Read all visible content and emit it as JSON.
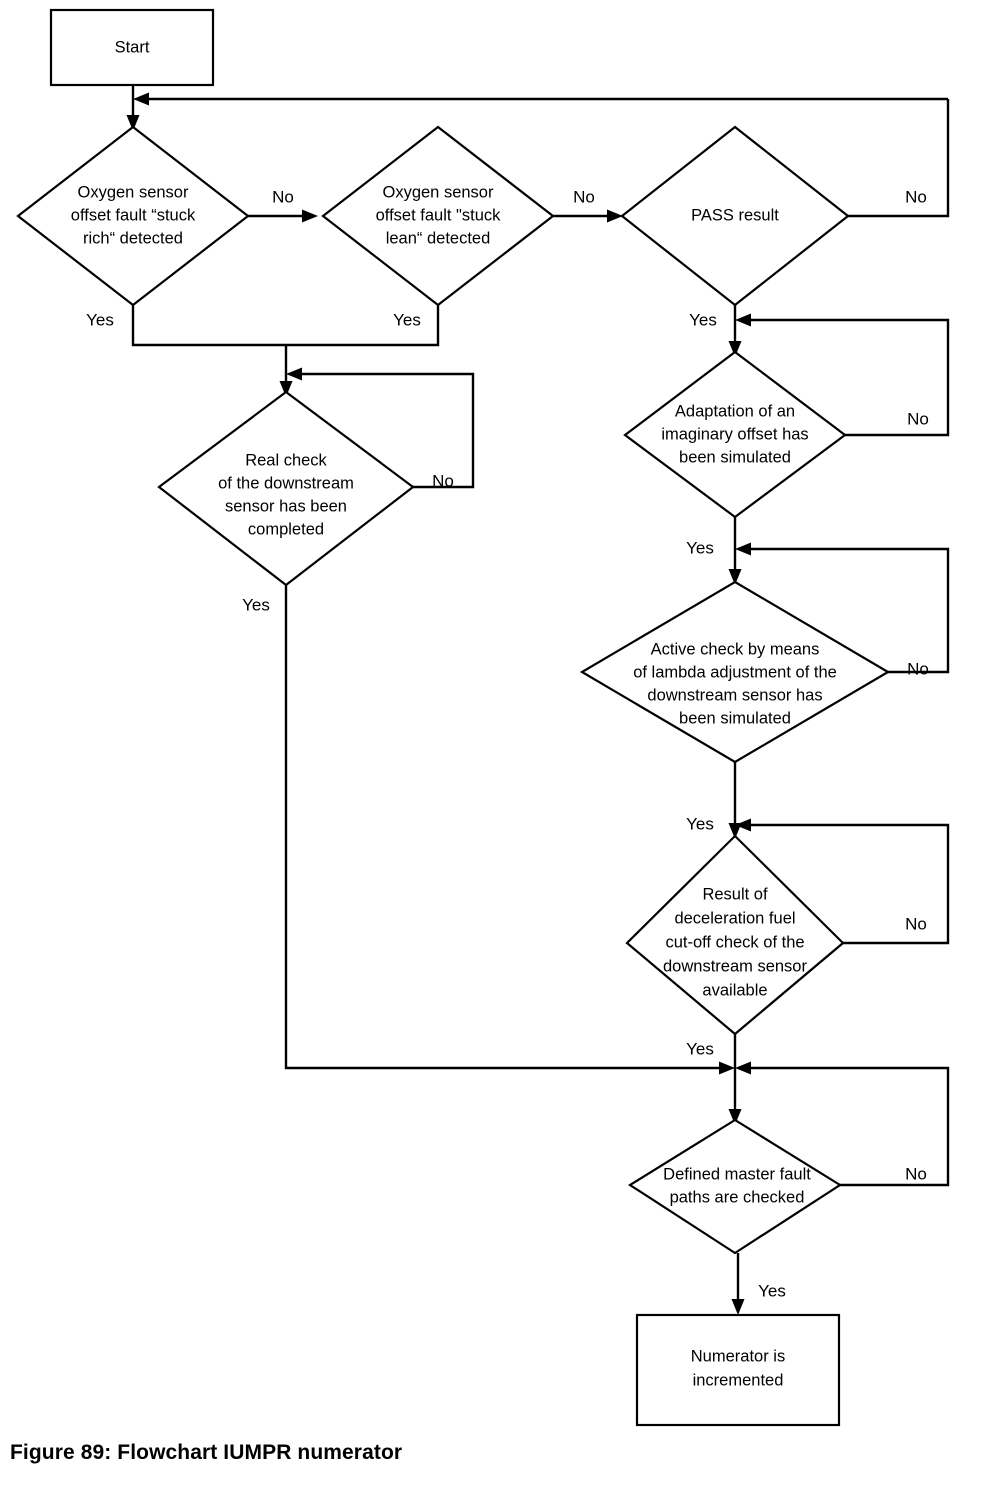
{
  "figure": {
    "caption": "Figure 89: Flowchart IUMPR numerator"
  },
  "chart_data": {
    "type": "diagram",
    "subtype": "flowchart",
    "title": "Flowchart IUMPR numerator",
    "orientation": "top-to-bottom",
    "node_count": 9,
    "edge_label_vocabulary": [
      "Yes",
      "No"
    ]
  },
  "nodes": {
    "start": {
      "shape": "rectangle",
      "label": "Start"
    },
    "stuck_rich": {
      "shape": "diamond",
      "line1": "Oxygen sensor",
      "line2": "offset fault “stuck",
      "line3": "rich“ detected"
    },
    "stuck_lean": {
      "shape": "diamond",
      "line1": "Oxygen sensor",
      "line2": "offset fault \"stuck",
      "line3": "lean“ detected"
    },
    "pass_result": {
      "shape": "diamond",
      "line1": "PASS result"
    },
    "real_check": {
      "shape": "diamond",
      "line1": "Real check",
      "line2": "of the downstream",
      "line3": "sensor has been",
      "line4": "completed"
    },
    "adaptation": {
      "shape": "diamond",
      "line1": "Adaptation of an",
      "line2": "imaginary offset has",
      "line3": "been simulated"
    },
    "active_check": {
      "shape": "diamond",
      "line1": "Active check by means",
      "line2": "of lambda adjustment of the",
      "line3": "downstream sensor has",
      "line4": "been simulated"
    },
    "fuel_cutoff": {
      "shape": "diamond",
      "line1": "Result of",
      "line2": "deceleration fuel",
      "line3": "cut-off check of the",
      "line4": "downstream sensor",
      "line5": "available"
    },
    "master_fault": {
      "shape": "diamond",
      "line1": "Defined master fault",
      "line2": "paths are checked"
    },
    "numerator": {
      "shape": "rectangle",
      "line1": "Numerator is",
      "line2": "incremented"
    }
  },
  "edges": {
    "rich_no": "No",
    "rich_yes": "Yes",
    "lean_no": "No",
    "lean_yes": "Yes",
    "pass_no": "No",
    "pass_yes": "Yes",
    "real_no": "No",
    "real_yes": "Yes",
    "adapt_no": "No",
    "adapt_yes": "Yes",
    "active_no": "No",
    "active_yes": "Yes",
    "cutoff_no": "No",
    "cutoff_yes": "Yes",
    "master_no": "No",
    "master_yes": "Yes"
  },
  "colors": {
    "background": "#ffffff",
    "stroke": "#000000",
    "text": "#000000"
  }
}
